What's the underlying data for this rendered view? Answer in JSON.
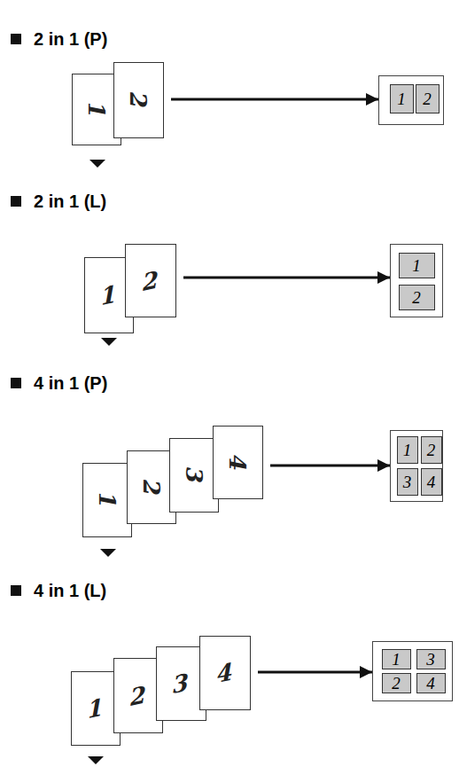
{
  "diagram": {
    "nodes": [
      {
        "text": [
          "1"
        ]
      },
      {
        "text": [
          "2"
        ]
      },
      {
        "text": []
      },
      {
        "text": [
          "1"
        ],
        "in": 2
      },
      {
        "text": [
          "2"
        ],
        "in": 2
      },
      {
        "text": [
          "1"
        ]
      },
      {
        "text": [
          "2"
        ]
      },
      {
        "text": []
      },
      {
        "text": [
          "1"
        ],
        "in": 7
      },
      {
        "text": [
          "2"
        ],
        "in": 7
      },
      {
        "text": [
          "1"
        ]
      },
      {
        "text": [
          "2"
        ]
      },
      {
        "text": [
          "3"
        ]
      },
      {
        "text": [
          "4"
        ]
      },
      {
        "text": []
      },
      {
        "text": [
          "1"
        ],
        "in": 14
      },
      {
        "text": [
          "2"
        ],
        "in": 14
      },
      {
        "text": [
          "3"
        ],
        "in": 14
      },
      {
        "text": [
          "4"
        ],
        "in": 14
      },
      {
        "text": [
          "1"
        ]
      },
      {
        "text": [
          "2"
        ]
      },
      {
        "text": [
          "3"
        ]
      },
      {
        "text": [
          "4"
        ]
      },
      {
        "text": []
      },
      {
        "text": [
          "1"
        ],
        "in": 23
      },
      {
        "text": [
          "3"
        ],
        "in": 23
      },
      {
        "text": [
          "2"
        ],
        "in": 23
      },
      {
        "text": [
          "4"
        ],
        "in": 23
      }
    ],
    "edges": [
      {
        "from": 1,
        "to": 2,
        "arrow": "to"
      },
      {
        "from": 6,
        "to": 7,
        "arrow": "to"
      },
      {
        "from": 13,
        "to": 14,
        "arrow": "to"
      },
      {
        "from": 22,
        "to": 23,
        "arrow": "to"
      }
    ],
    "labels": [
      "2 in 1 (P)",
      "2 in 1 (L)",
      "4 in 1 (P)",
      "4 in 1 (L)"
    ]
  }
}
